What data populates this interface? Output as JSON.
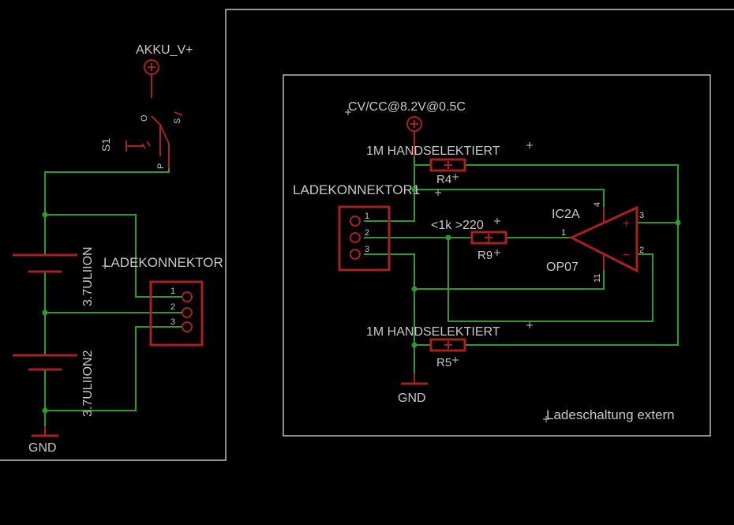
{
  "labels": {
    "akku_supply": "AKKU_V+",
    "switch_name": "S1",
    "switch_pin_o": "O",
    "switch_pin_s": "S",
    "switch_pin_p": "P",
    "battery1": "3.7ULIION",
    "battery2": "3.7ULIION2",
    "ladekonnektor": "LADEKONNEKTOR",
    "gnd_left": "GND",
    "cvcc_supply": "CV/CC@8.2V@0.5C",
    "r4_value": "1M HANDSELEKTIERT",
    "r4_name": "R4",
    "ladekonnektor1": "LADEKONNEKTOR1",
    "ic_name": "IC2A",
    "ic_value": "OP07",
    "r9_value": "<1k >220",
    "r9_name": "R9",
    "r5_value": "1M HANDSELEKTIERT",
    "r5_name": "R5",
    "gnd_right": "GND",
    "frame_title": "Ladeschaltung extern"
  },
  "pins": {
    "conn_1": "1",
    "conn_2": "2",
    "conn_3": "3",
    "op_4": "4",
    "op_1": "1",
    "op_11": "11",
    "op_3": "3",
    "op_2": "2",
    "op_plus": "+",
    "op_minus": "−"
  },
  "colors": {
    "background": "#000000",
    "wire": "#2e9a2e",
    "symbol": "#a82020",
    "text": "#c8c8c8"
  }
}
